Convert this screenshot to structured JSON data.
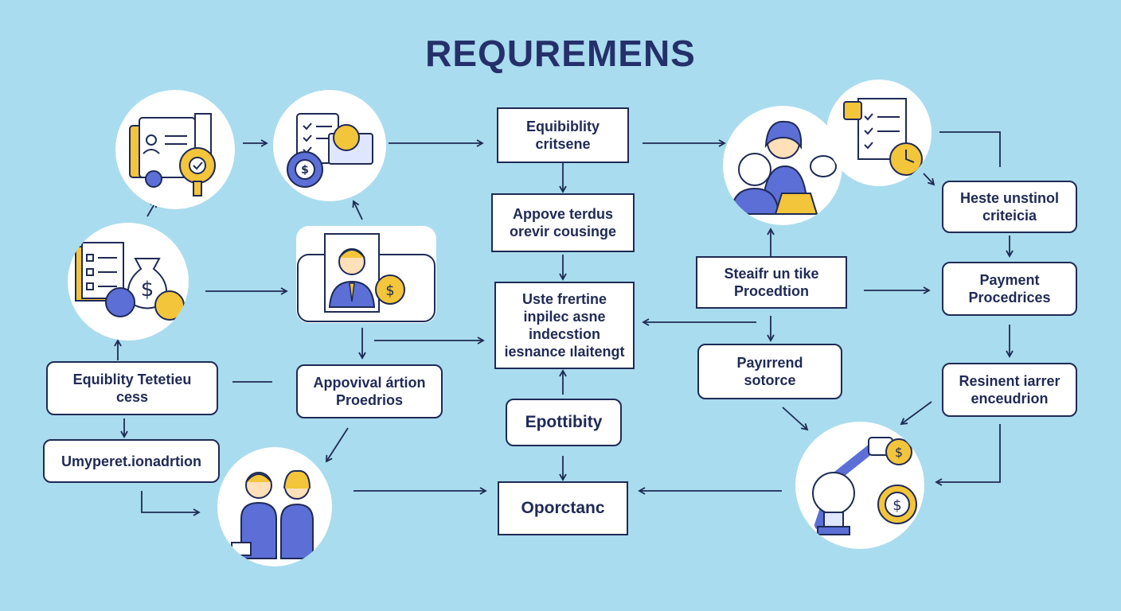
{
  "title": "REQUREMENS",
  "nodes": {
    "equiv_criteria": "Equibiblity\ncritsene",
    "approve_terdus": "Appove terdus\norevir cousinge",
    "uste_frertine": "Uste frertine\ninpilec asne\nindecstion\niesnance ılaitengt",
    "epottibity": "Epottibity",
    "oporctanc": "Oporctanc",
    "equiv_tetetieu": "Equiblity Tetetieu\ncess",
    "umyperet": "Umyperet.ionadrtion",
    "approval_artion": "Appovival ártion\nProedrios",
    "steaifr": "Steaifr un tike\nProcedtion",
    "payirrend": "Payırrend\nsotorce",
    "heste_unstinol": "Heste unstinol\ncriteicia",
    "payment_procedrices": "Payment\nProcedrices",
    "resinent_iarrer": "Resinent iarrer\nenceudrion"
  },
  "colors": {
    "background": "#a9dcee",
    "navy": "#1f2a55",
    "accent_blue": "#5b6fd6",
    "accent_yellow": "#f3c53a"
  },
  "icons": [
    "documents-gear-icon",
    "checklist-gears-dollar-icon",
    "checklist-moneybag-icon",
    "businessman-moneybag-icon",
    "two-people-handshake-icon",
    "team-people-icon",
    "checklist-clock-icon",
    "lightbulb-robot-arm-dollar-icon"
  ]
}
